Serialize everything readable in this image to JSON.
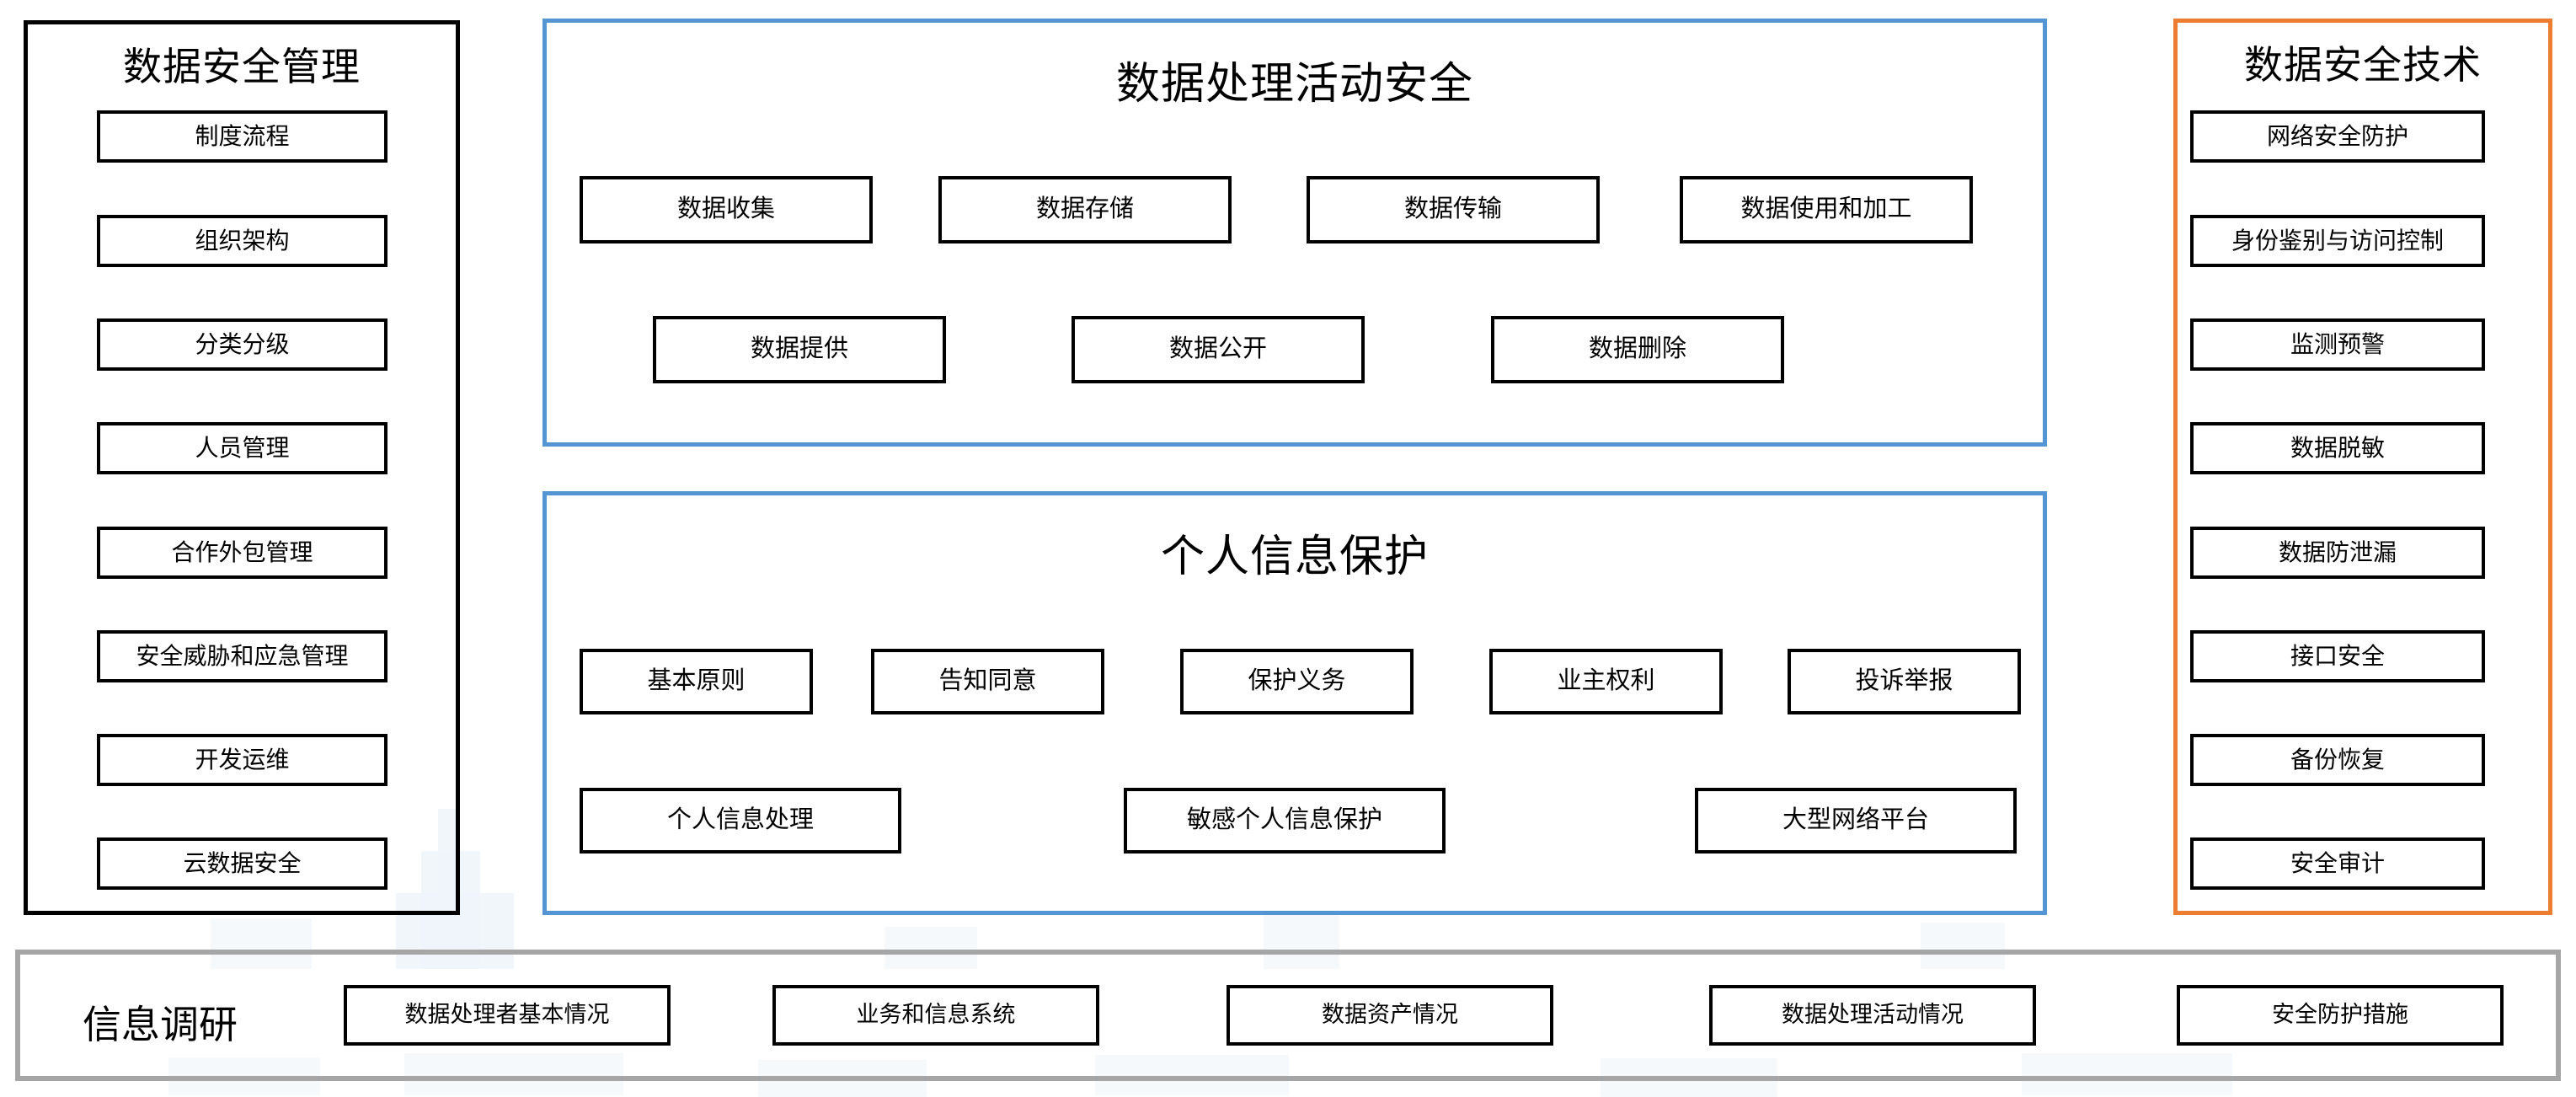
{
  "colors": {
    "management_border": "#000000",
    "process_border": "#5496D3",
    "privacy_border": "#5496D3",
    "technology_border": "#ED7D31",
    "survey_border": "#A6A6A6",
    "box_border": "#000000",
    "text": "#000000",
    "background": "#FFFFFF"
  },
  "management": {
    "title": "数据安全管理",
    "items": [
      {
        "label": "制度流程"
      },
      {
        "label": "组织架构"
      },
      {
        "label": "分类分级"
      },
      {
        "label": "人员管理"
      },
      {
        "label": "合作外包管理"
      },
      {
        "label": "安全威胁和应急管理"
      },
      {
        "label": "开发运维"
      },
      {
        "label": "云数据安全"
      }
    ]
  },
  "processing": {
    "title": "数据处理活动安全",
    "row1": [
      {
        "label": "数据收集"
      },
      {
        "label": "数据存储"
      },
      {
        "label": "数据传输"
      },
      {
        "label": "数据使用和加工"
      }
    ],
    "row2": [
      {
        "label": "数据提供"
      },
      {
        "label": "数据公开"
      },
      {
        "label": "数据删除"
      }
    ]
  },
  "privacy": {
    "title": "个人信息保护",
    "row1": [
      {
        "label": "基本原则"
      },
      {
        "label": "告知同意"
      },
      {
        "label": "保护义务"
      },
      {
        "label": "业主权利"
      },
      {
        "label": "投诉举报"
      }
    ],
    "row2": [
      {
        "label": "个人信息处理"
      },
      {
        "label": "敏感个人信息保护"
      },
      {
        "label": "大型网络平台"
      }
    ]
  },
  "technology": {
    "title": "数据安全技术",
    "items": [
      {
        "label": "网络安全防护"
      },
      {
        "label": "身份鉴别与访问控制"
      },
      {
        "label": "监测预警"
      },
      {
        "label": "数据脱敏"
      },
      {
        "label": "数据防泄漏"
      },
      {
        "label": "接口安全"
      },
      {
        "label": "备份恢复"
      },
      {
        "label": "安全审计"
      }
    ]
  },
  "survey": {
    "title": "信息调研",
    "items": [
      {
        "label": "数据处理者基本情况"
      },
      {
        "label": "业务和信息系统"
      },
      {
        "label": "数据资产情况"
      },
      {
        "label": "数据处理活动情况"
      },
      {
        "label": "安全防护措施"
      }
    ]
  }
}
